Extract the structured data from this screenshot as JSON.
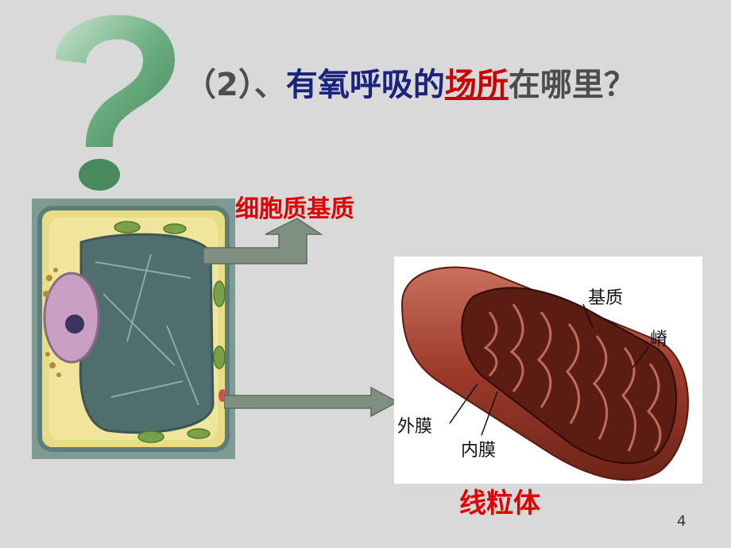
{
  "slide": {
    "question_prefix": "（2）、",
    "question_blue": "有氧呼吸的",
    "question_red": "场所",
    "question_suffix": "在哪里？",
    "cytoplasm_label": "细胞质基质",
    "mitochondria_label": "线粒体",
    "page_number": "4"
  },
  "mito_labels": {
    "matrix": "基质",
    "cristae": "嵴",
    "outer_membrane": "外膜",
    "inner_membrane": "内膜"
  },
  "colors": {
    "background": "#d9d9d9",
    "question_mark": "#8fc9a0",
    "label_red": "#e00000",
    "title_blue": "#1a237e",
    "arrow_gray": "#7f8f80"
  }
}
